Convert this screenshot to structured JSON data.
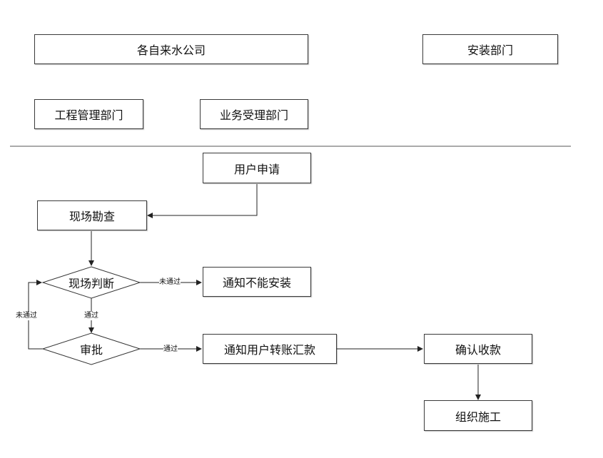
{
  "header": {
    "company": "各自来水公司",
    "install_dept": "安装部门",
    "engineering_dept": "工程管理部门",
    "business_dept": "业务受理部门"
  },
  "flow": {
    "apply": "用户申请",
    "survey": "现场勘查",
    "judge": "现场判断",
    "notify_fail": "通知不能安装",
    "approve": "审批",
    "notify_pay": "通知用户转账汇款",
    "confirm": "确认收款",
    "construct": "组织施工"
  },
  "edges": {
    "not_pass_1": "未通过",
    "pass_1": "通过",
    "not_pass_2": "未通过",
    "pass_2": "通过"
  }
}
